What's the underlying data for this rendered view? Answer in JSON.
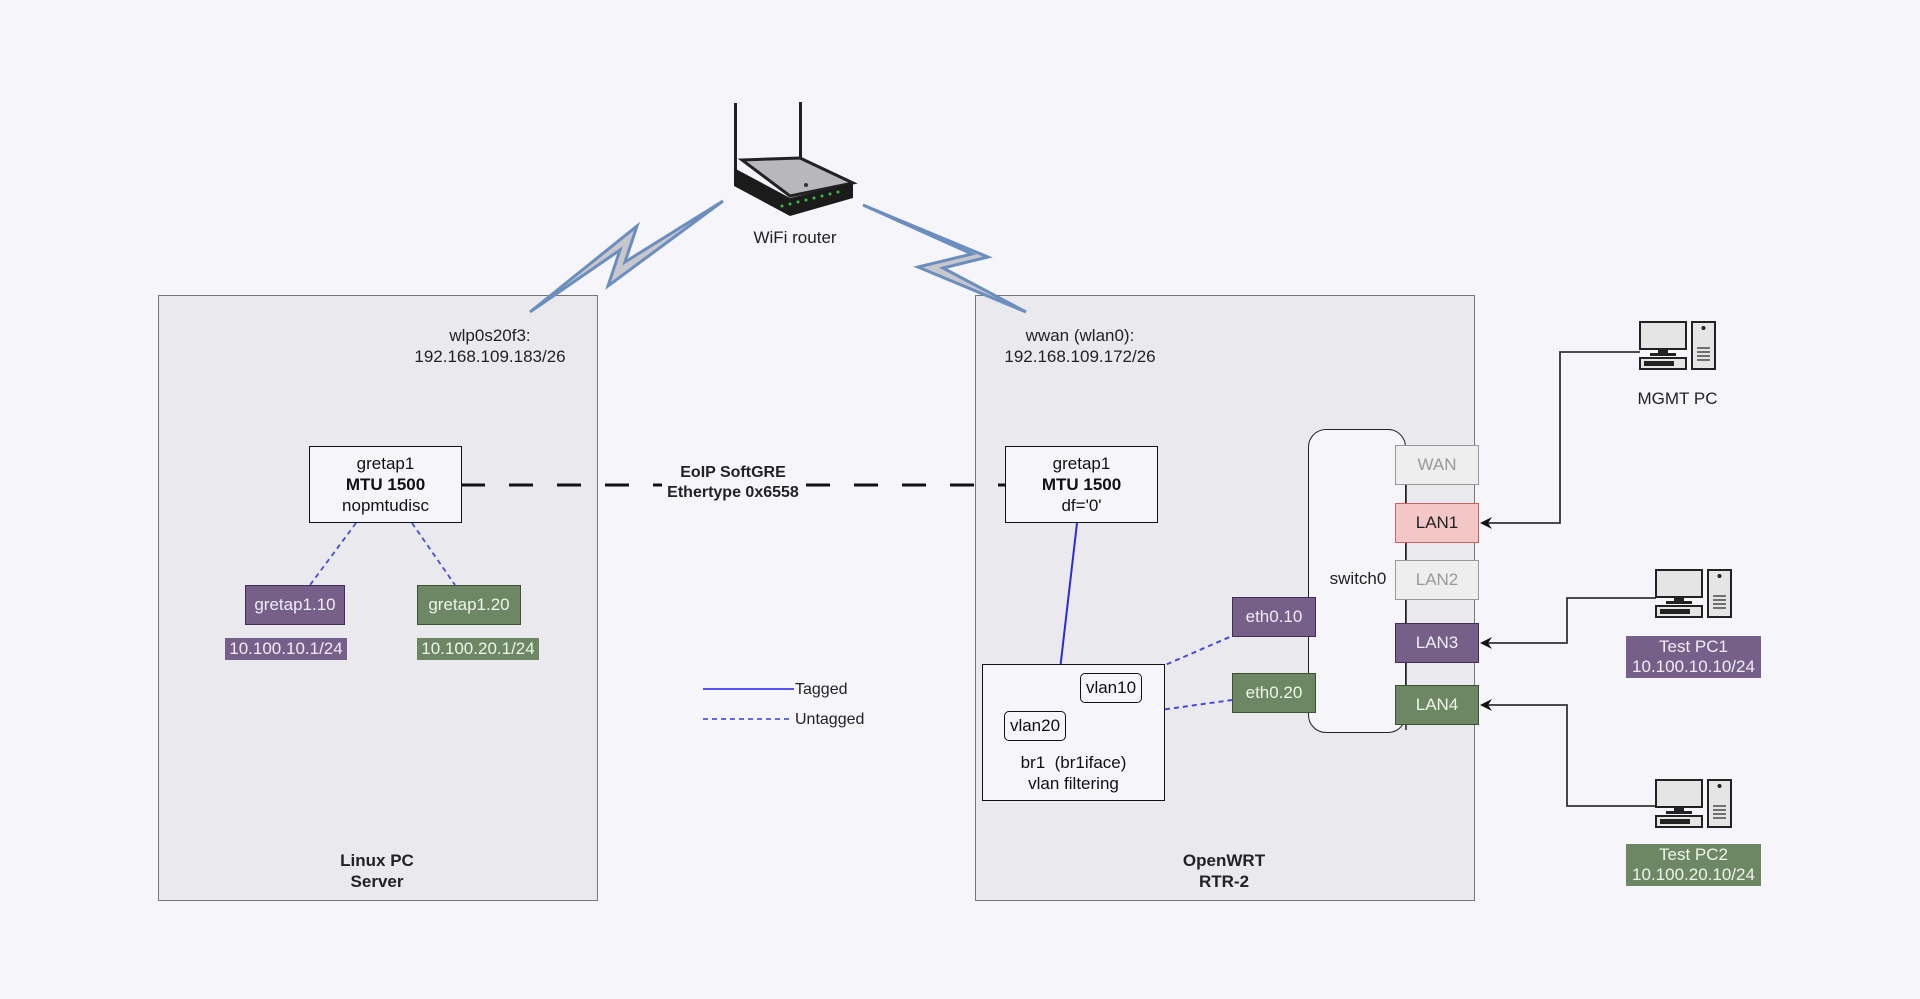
{
  "colors": {
    "background": "#f5f5fa",
    "container": "#eaeaee",
    "vlan10": "#76608a",
    "vlan20": "#6d8764",
    "tagged_line": "#2a2ae0",
    "untagged_line": "#4a4ad8",
    "mgmt_port": "#f4c7c7",
    "wireless_link": "#6c8ebf"
  },
  "router": {
    "label": "WiFi router",
    "icon": "wifi-router-icon"
  },
  "linux_pc": {
    "title_line1": "Linux PC",
    "title_line2": "Server",
    "wlan_label": "wlp0s20f3:",
    "wlan_ip": "192.168.109.183/26",
    "gretap": {
      "name": "gretap1",
      "mtu": "MTU 1500",
      "option": "nopmtudisc"
    },
    "vlan10": {
      "name": "gretap1.10",
      "ip": "10.100.10.1/24"
    },
    "vlan20": {
      "name": "gretap1.20",
      "ip": "10.100.20.1/24"
    }
  },
  "tunnel": {
    "line1": "EoIP SoftGRE",
    "line2": "Ethertype 0x6558"
  },
  "legend": {
    "tagged": "Tagged",
    "untagged": "Untagged"
  },
  "openwrt": {
    "title_line1": "OpenWRT",
    "title_line2": "RTR-2",
    "wlan_label": "wwan (wlan0):",
    "wlan_ip": "192.168.109.172/26",
    "gretap": {
      "name": "gretap1",
      "mtu": "MTU 1500",
      "option": "df='0'"
    },
    "bridge": {
      "line1": "br1  (br1iface)",
      "line2": "vlan filtering",
      "vlan10": "vlan10",
      "vlan20": "vlan20"
    },
    "eth10": "eth0.10",
    "eth20": "eth0.20",
    "switch": {
      "name": "switch0",
      "ports": [
        "WAN",
        "LAN1",
        "LAN2",
        "LAN3",
        "LAN4"
      ]
    }
  },
  "hosts": {
    "mgmt": {
      "label": "MGMT PC"
    },
    "test1": {
      "name": "Test PC1",
      "ip": "10.100.10.10/24"
    },
    "test2": {
      "name": "Test PC2",
      "ip": "10.100.20.10/24"
    }
  }
}
